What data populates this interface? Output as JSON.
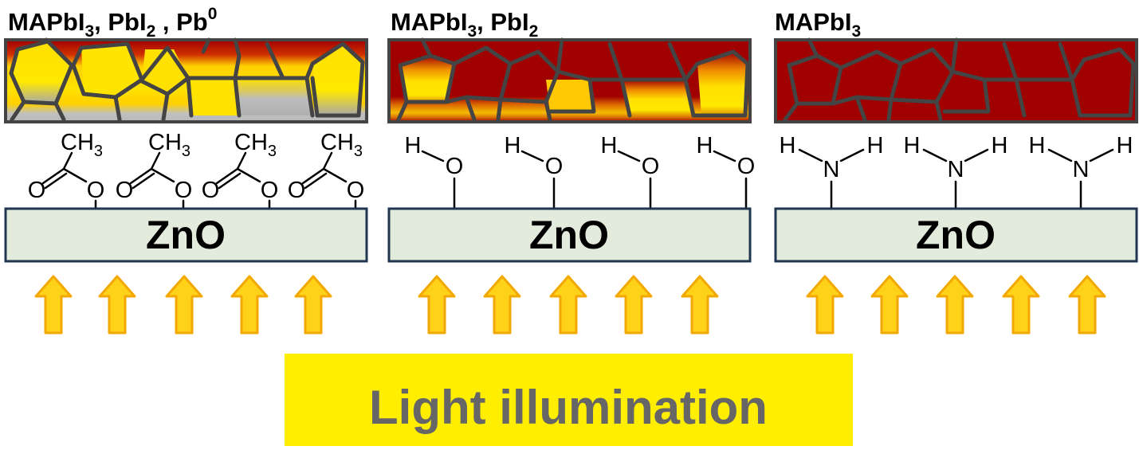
{
  "panels": [
    {
      "id": "acetate",
      "title": {
        "main": "MAPbI",
        "sub1": "3",
        "rest1": ", PbI",
        "sub2": "2",
        "rest2": " , Pb",
        "sup": "0"
      },
      "substrate": "ZnO",
      "group": {
        "top": "CH",
        "top_sub": "3",
        "carbonyl_o": "O",
        "ester_o": "O"
      },
      "group_count": 4,
      "arrow_count": 5
    },
    {
      "id": "hydroxyl",
      "title": {
        "main": "MAPbI",
        "sub1": "3",
        "rest1": ", PbI",
        "sub2": "2"
      },
      "substrate": "ZnO",
      "group": {
        "h": "H",
        "o": "O"
      },
      "group_count": 4,
      "arrow_count": 5
    },
    {
      "id": "amine",
      "title": {
        "main": "MAPbI",
        "sub1": "3"
      },
      "substrate": "ZnO",
      "group": {
        "h_left": "H",
        "h_right": "H",
        "n": "N"
      },
      "group_count": 3,
      "arrow_count": 5
    }
  ],
  "light_label": "Light illumination",
  "colors": {
    "perovskite_red": "#a00000",
    "degraded_yellow": "#ffe000",
    "pbi2_orange": "#f0a000",
    "pb_gray": "#b8b8b8",
    "grain_border": "#444444",
    "zno_fill": "#e3ecdc",
    "zno_border": "#1f3550",
    "arrow_fill": "#ffd21a",
    "arrow_stroke": "#f2a800",
    "light_box": "#ffee00",
    "light_text": "#666666"
  }
}
